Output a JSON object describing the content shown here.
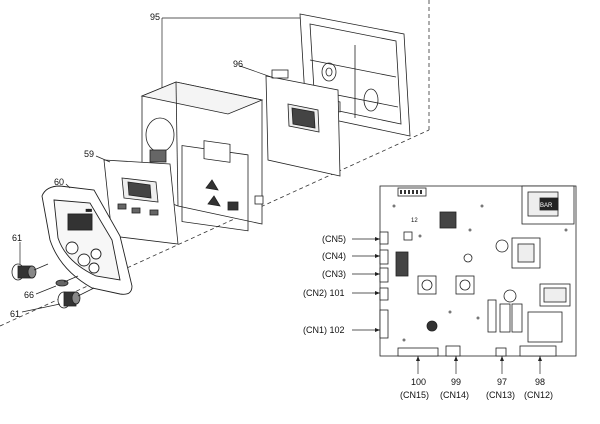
{
  "part_numbers": {
    "p95": "95",
    "p96": "96",
    "p59": "59",
    "p60": "60",
    "p61a": "61",
    "p66": "66",
    "p61b": "61"
  },
  "connectors": {
    "cn5": "(CN5)",
    "cn4": "(CN4)",
    "cn3": "(CN3)",
    "cn2": "(CN2) 101",
    "cn1": "(CN1) 102"
  },
  "bottom": {
    "b100_num": "100",
    "b100_cn": "(CN15)",
    "b99_num": "99",
    "b99_cn": "(CN14)",
    "b97_num": "97",
    "b97_cn": "(CN13)",
    "b98_num": "98",
    "b98_cn": "(CN12)"
  },
  "board_text": {
    "label_12": "12",
    "badge": "BAR"
  }
}
